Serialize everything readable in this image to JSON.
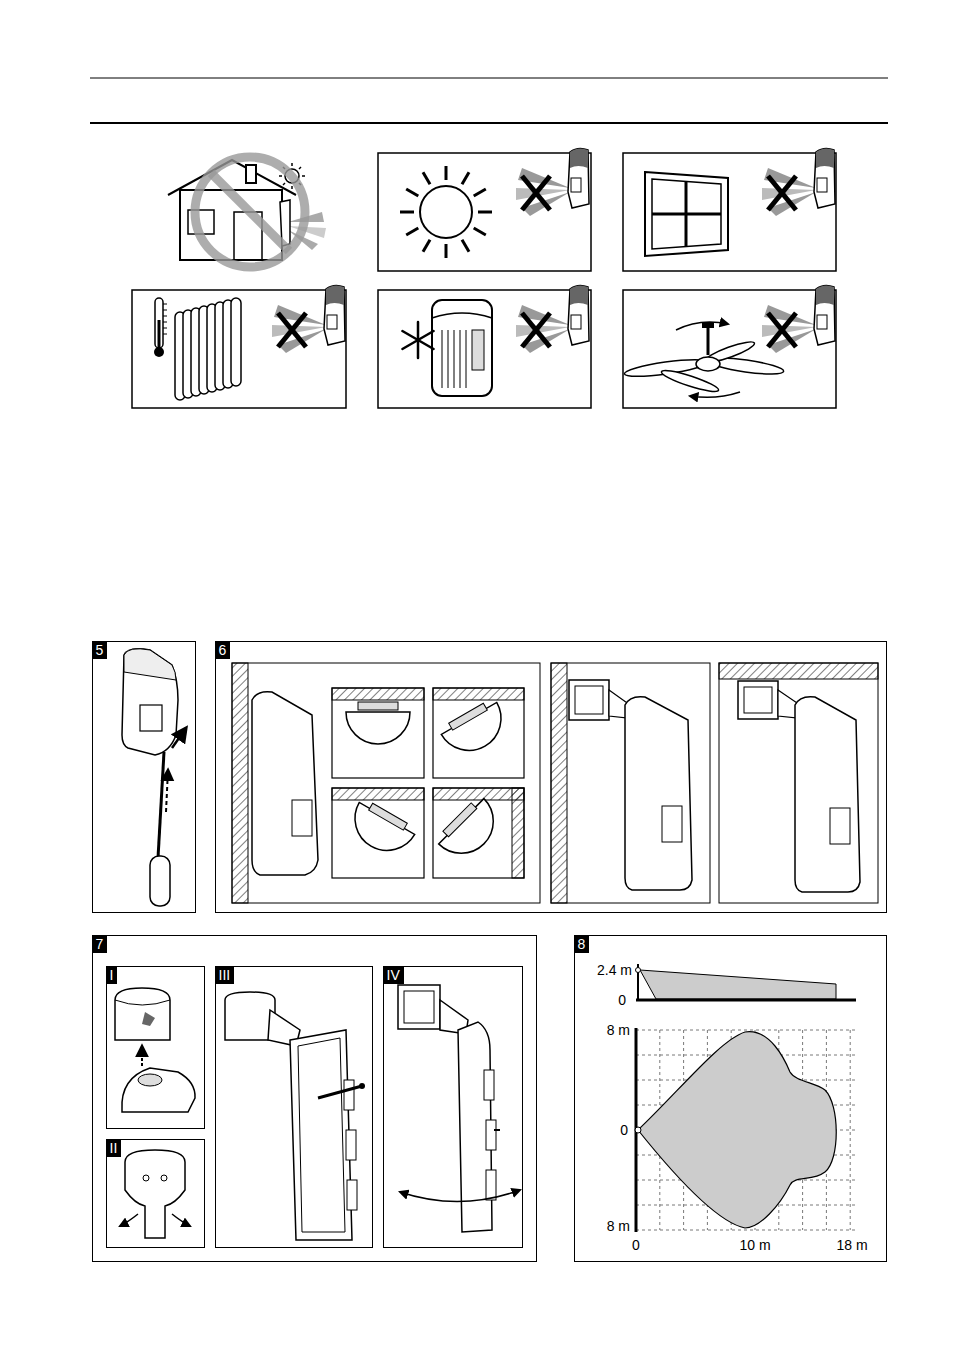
{
  "diagram": {
    "nodes": [
      {
        "text": [
          "5"
        ]
      },
      {
        "text": [
          "6"
        ]
      },
      {
        "text": [
          "7"
        ]
      },
      {
        "text": [
          "I"
        ],
        "in": 2
      },
      {
        "text": [
          "II"
        ],
        "in": 2
      },
      {
        "text": [
          "III"
        ],
        "in": 2
      },
      {
        "text": [
          "IV"
        ],
        "in": 2
      },
      {
        "text": [
          "8"
        ]
      }
    ],
    "labels": [
      "2.4 m",
      "0",
      "8 m",
      "0",
      "8 m",
      "0",
      "10 m",
      "18 m"
    ]
  }
}
